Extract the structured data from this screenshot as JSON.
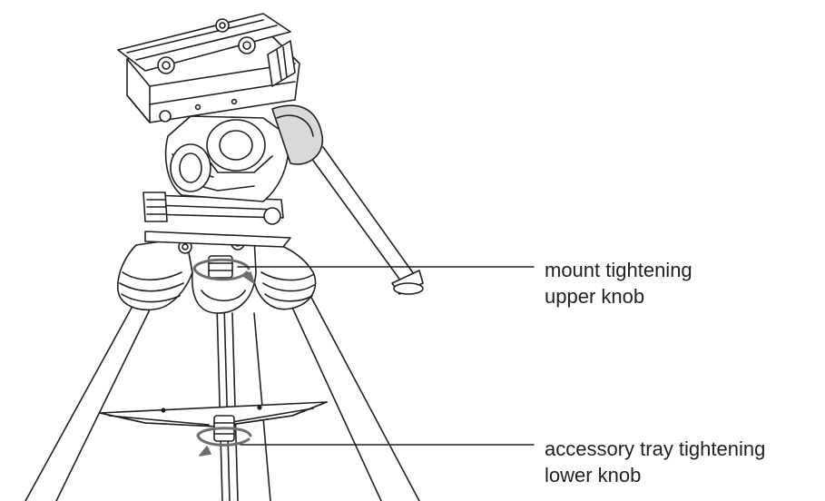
{
  "callouts": [
    {
      "lines": [
        "mount tightening",
        "upper knob"
      ]
    },
    {
      "lines": [
        "accessory tray tightening",
        "lower knob"
      ]
    }
  ],
  "colors": {
    "ink": "#231f20",
    "fill_light": "#ffffff",
    "fill_shade": "#d9d9d9",
    "arrow": "#6d6e71"
  }
}
